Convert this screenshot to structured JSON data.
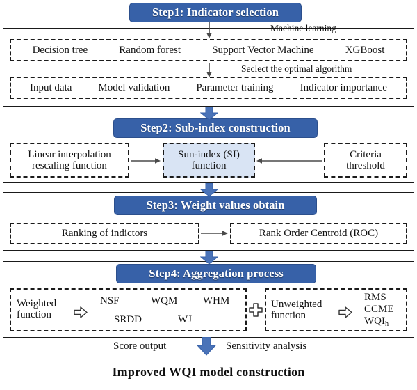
{
  "diagram": {
    "title": "Improved WQI model construction flowchart",
    "colors": {
      "header_blue": "#3761a8",
      "sub_index_fill": "#d9e4f4",
      "arrow_blue": "#4a73b8",
      "panel_border": "#1a1a1a"
    }
  },
  "step1": {
    "header": "Step1: Indicator selection",
    "arrow1_label": "Machine learning",
    "algorithms": [
      "Decision tree",
      "Random forest",
      "Support Vector Machine",
      "XGBoost"
    ],
    "arrow2_label": "Seclect the optimal algorithm",
    "pipeline": [
      "Input data",
      "Model validation",
      "Parameter training",
      "Indicator importance"
    ]
  },
  "step2": {
    "header": "Step2: Sub-index construction",
    "left_box_line1": "Linear interpolation",
    "left_box_line2": "rescaling function",
    "center_box_line1": "Sun-index (SI)",
    "center_box_line2": "function",
    "right_box_line1": "Criteria",
    "right_box_line2": "threshold"
  },
  "step3": {
    "header": "Step3: Weight values obtain",
    "left_box": "Ranking of indictors",
    "right_box": "Rank Order Centroid (ROC)"
  },
  "step4": {
    "header": "Step4: Aggregation process",
    "weighted_label_line1": "Weighted",
    "weighted_label_line2": "function",
    "weighted_methods_row1": [
      "NSF",
      "WQM",
      "WHM"
    ],
    "weighted_methods_row2": [
      "SRDD",
      "WJ"
    ],
    "plus_symbol": "plus-sign",
    "unweighted_label_line1": "Unweighted",
    "unweighted_label_line2": "function",
    "unweighted_methods": [
      "RMS",
      "CCME",
      "WQI"
    ],
    "unweighted_last_subscript": "h"
  },
  "footer": {
    "left_label": "Score output",
    "right_label": "Sensitivity analysis",
    "result": "Improved WQI model construction"
  }
}
